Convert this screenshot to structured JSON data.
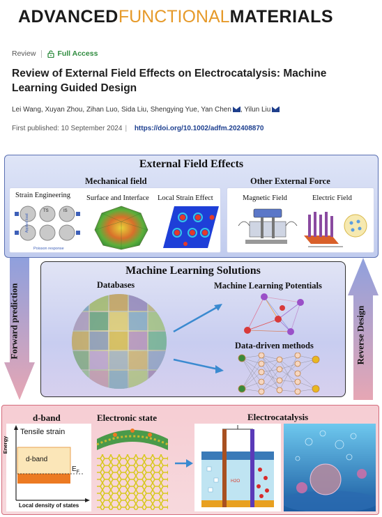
{
  "journal": {
    "word1": "ADVANCED",
    "word2": "FUNCTIONAL",
    "word3": "MATERIALS"
  },
  "meta": {
    "type": "Review",
    "access": "Full Access"
  },
  "title": "Review of External Field Effects on Electrocatalysis: Machine Learning Guided Design",
  "authors": [
    "Lei Wang",
    "Xuyan Zhou",
    "Zihan Luo",
    "Sida Liu",
    "Shengying Yue",
    "Yan Chen",
    "Yilun Liu"
  ],
  "published": "First published: 10 September 2024",
  "doi": "https://doi.org/10.1002/adfm.202408870",
  "figure": {
    "top": {
      "title": "External Field Effects",
      "mechanical": "Mechanical field",
      "other": "Other External Force",
      "strain": "Strain Engineering",
      "surface": "Surface and Interface",
      "local": "Local Strain Effect",
      "magnetic": "Magnetic Field",
      "electric": "Electric Field",
      "ts": "TS",
      "is": "IS",
      "applied_load": "Applied load",
      "poisson": "Poisson response"
    },
    "mid": {
      "title": "Machine Learning Solutions",
      "databases": "Databases",
      "mlp": "Machine Learning Potentials",
      "ddm": "Data-driven methods"
    },
    "arrows": {
      "forward": "Forward prediction",
      "reverse": "Reverse Design"
    },
    "bottom": {
      "dband_title": "d-band",
      "electronic": "Electronic state",
      "electrocatalysis": "Electrocatalysis",
      "tensile": "Tensile strain",
      "dband": "d-band",
      "ef": "E",
      "ef_sub": "F",
      "energy": "Energy",
      "ldos": "Local density of states",
      "h2o": "H2O"
    }
  }
}
